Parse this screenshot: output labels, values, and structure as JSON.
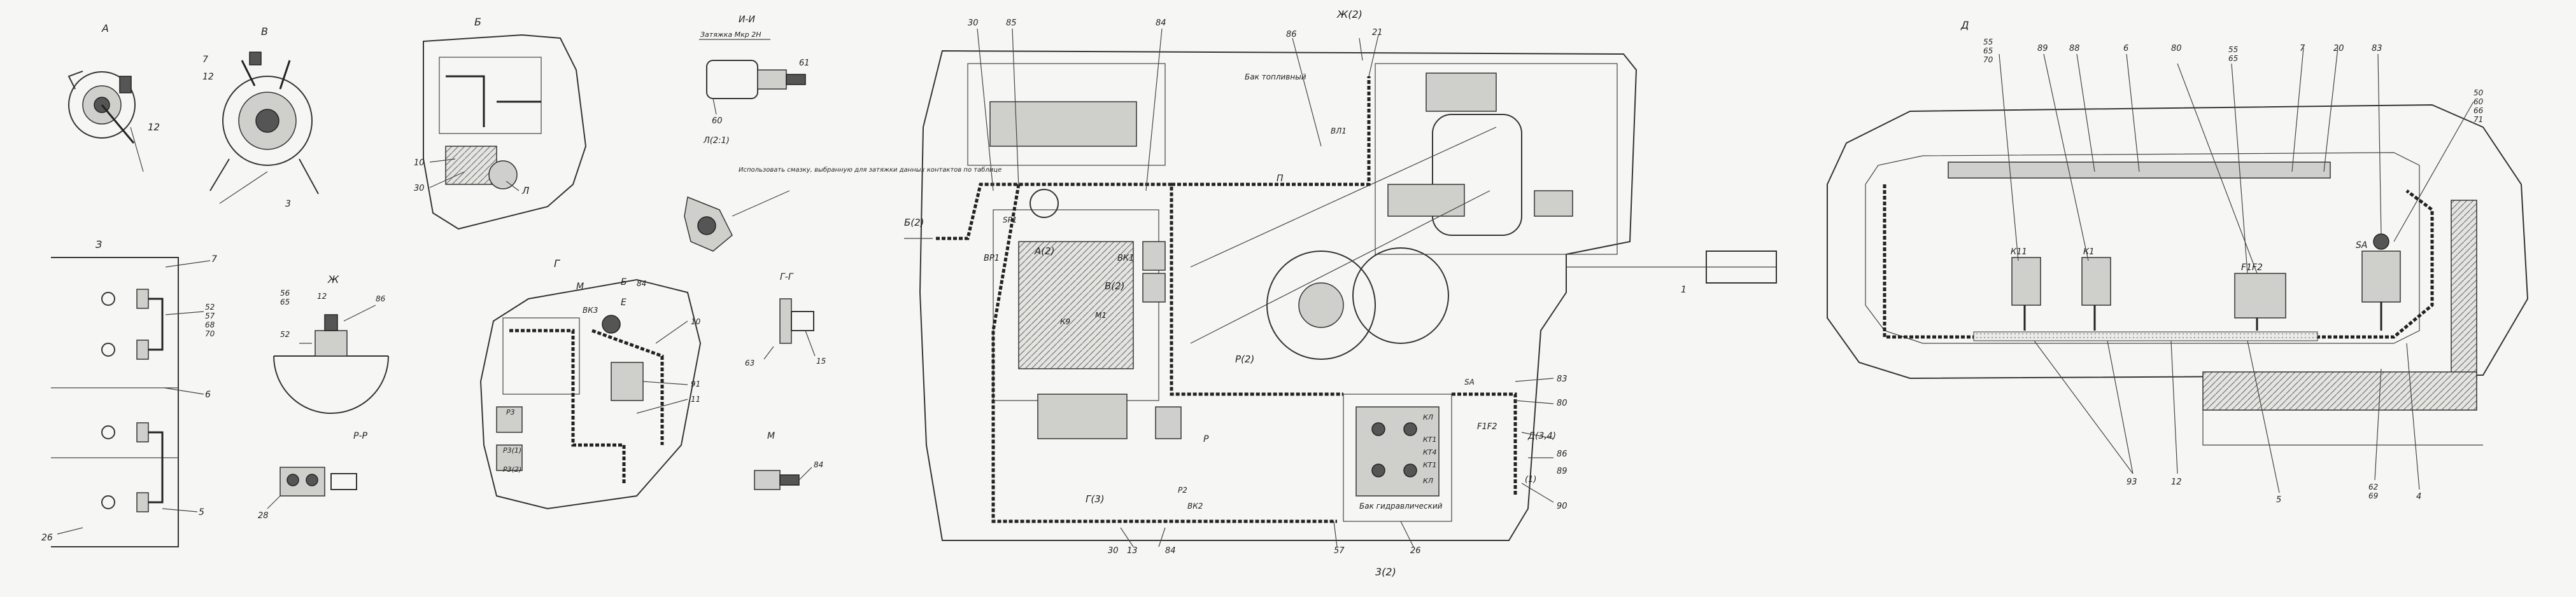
{
  "views": {
    "a": {
      "title": "А"
    },
    "v": {
      "title": "В"
    },
    "b": {
      "title": "Б"
    },
    "ii": {
      "title": "И-И",
      "note": "Затяжка Мкр 2Н"
    },
    "lu": {
      "title": "Л(2:1)",
      "note": "Использовать смазку, выбранную для затяжки данных контактов по таблице"
    },
    "z": {
      "title": "З"
    },
    "zh": {
      "title": "Ж"
    },
    "g": {
      "title": "Г"
    },
    "gg": {
      "title": "Г-Г"
    },
    "p": {
      "title": "Р-Р"
    },
    "m": {
      "title": "М"
    },
    "d": {
      "title": "Д"
    }
  },
  "callouts": {
    "a": [
      "12"
    ],
    "v": [
      "7",
      "12",
      "3"
    ],
    "b": [
      "10",
      "30",
      "Л"
    ],
    "ii": [
      "61",
      "60"
    ],
    "z": [
      "7",
      "52",
      "57",
      "68",
      "70",
      "6",
      "5",
      "26"
    ],
    "zh": [
      "56",
      "65",
      "12",
      "86",
      "52"
    ],
    "p": [
      "28"
    ],
    "g": [
      "М",
      "ВК3",
      "Б",
      "84",
      "Е",
      "10",
      "91",
      "11",
      "Р3",
      "Р3(1)",
      "Р3(2)"
    ],
    "gg": [
      "63",
      "15"
    ],
    "m": [
      "84"
    ],
    "main": {
      "top": [
        "30",
        "85",
        "84",
        "86",
        "Ж(2)",
        "21"
      ],
      "left": [
        "Б(2)"
      ],
      "components": [
        "ВР1",
        "SP1",
        "А(2)",
        "ВК1",
        "В(2)",
        "М1",
        "К9",
        "П",
        "ВЛ1",
        "Р(2)",
        "Р",
        "Г(3)",
        "Р2",
        "ВК2",
        "SA",
        "F1F2",
        "КТ1",
        "КТ1",
        "КТ4",
        "КЛ",
        "КЛ",
        "(1)"
      ],
      "bottom": [
        "30",
        "13",
        "84",
        "57",
        "26",
        "3(2)"
      ],
      "right": [
        "83",
        "80",
        "Д(3,4)",
        "86",
        "89",
        "90",
        "1"
      ],
      "text": [
        "Бак топливный",
        "Бак гидравлический"
      ]
    },
    "d": {
      "top": [
        "55",
        "65",
        "70",
        "89",
        "88",
        "6",
        "80",
        "55",
        "65",
        "7",
        "20",
        "83"
      ],
      "right": [
        "50",
        "60",
        "66",
        "71"
      ],
      "components": [
        "К11",
        "К1",
        "F1F2",
        "SA"
      ],
      "bottom": [
        "93",
        "12",
        "5",
        "4",
        "62",
        "69"
      ]
    }
  }
}
